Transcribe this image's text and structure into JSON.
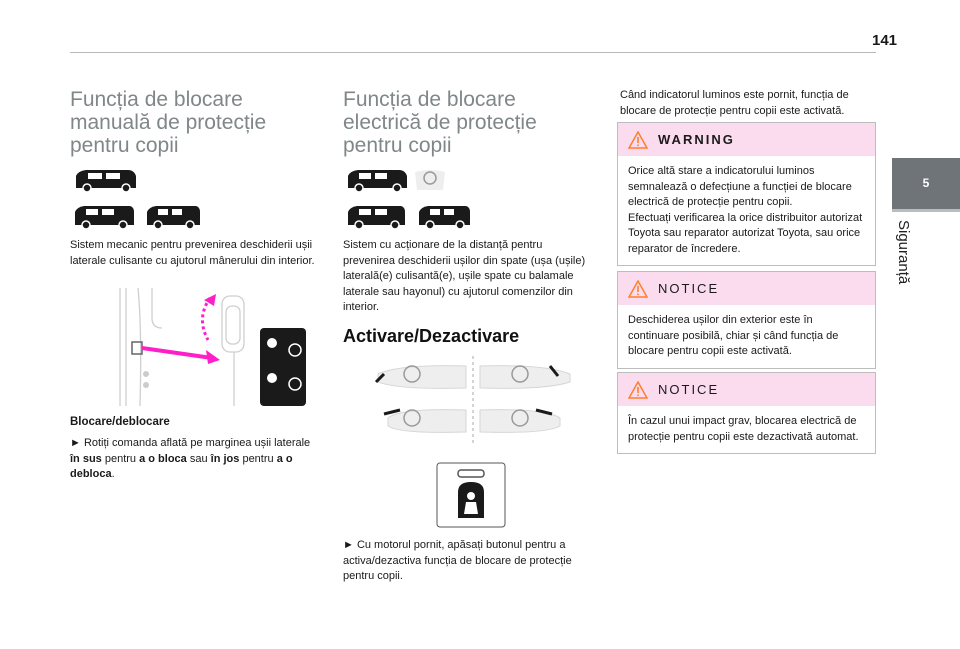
{
  "page_number": "141",
  "side_tab": {
    "chapter": "5",
    "label": "Siguranță"
  },
  "col1": {
    "title_lines": [
      "Funcția de blocare",
      "manuală de protecție",
      "pentru copii"
    ],
    "description": "Sistem mecanic pentru prevenirea deschiderii ușii laterale culisante cu ajutorul mânerului din interior.",
    "subheading": "Blocare/deblocare",
    "instruction_parts": [
      "► Rotiți comanda aflată pe marginea ușii laterale ",
      "în sus",
      " pentru ",
      "a o bloca",
      " sau ",
      "în jos",
      " pentru ",
      "a o debloca",
      "."
    ]
  },
  "col2": {
    "title_lines": [
      "Funcția de blocare",
      "electrică de protecție",
      "pentru copii"
    ],
    "description": "Sistem cu acționare de la distanță pentru prevenirea deschiderii ușilor din spate (ușa (ușile) laterală(e) culisantă(e), ușile spate cu balamale laterale sau hayonul) cu ajutorul comenzilor din interior.",
    "section_heading": "Activare/Dezactivare",
    "instruction": "► Cu motorul pornit, apăsați butonul pentru a activa/dezactiva funcția de blocare de protecție pentru copii."
  },
  "col3": {
    "intro": "Când indicatorul luminos este pornit, funcția de blocare de protecție pentru copii este activată.",
    "warning": {
      "label": "WARNING",
      "text1": "Orice altă stare a indicatorului luminos semnalează o defecțiune a funcției de blocare electrică de protecție pentru copii.",
      "text2": "Efectuați verificarea la orice distribuitor autorizat Toyota sau reparator autorizat Toyota, sau orice reparator de încredere."
    },
    "notice1": {
      "label": "NOTICE",
      "text": "Deschiderea ușilor din exterior este în continuare posibilă, chiar și când funcția de blocare pentru copii este activată."
    },
    "notice2": {
      "label": "NOTICE",
      "text": "În cazul unui impact grav, blocarea electrică de protecție pentru copii este dezactivată automat."
    }
  },
  "icons": {
    "van": "van-silhouette-icon",
    "warning": "warning-triangle-icon",
    "child_lock": "child-lock-button-icon"
  },
  "colors": {
    "heading_gray": "#808789",
    "notice_pink": "#fbdcef",
    "arrow_magenta": "#ff1fc8",
    "tab_gray": "#6e7478"
  }
}
